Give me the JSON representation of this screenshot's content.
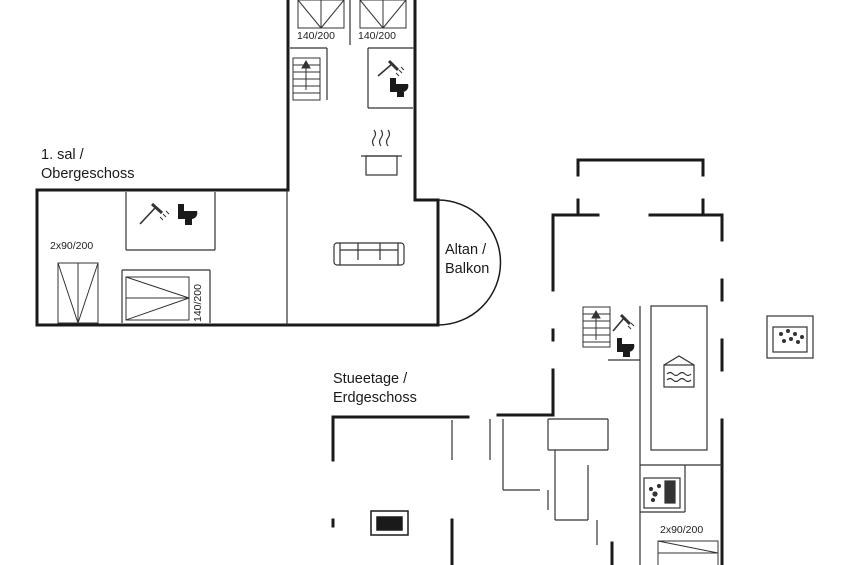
{
  "floor_upper": {
    "label_line1": "1. sal /",
    "label_line2": "Obergeschoss",
    "beds": [
      {
        "size": "140/200"
      },
      {
        "size": "140/200"
      },
      {
        "size": "2x90/200"
      },
      {
        "size": "140/200"
      }
    ],
    "balcony_line1": "Altan /",
    "balcony_line2": "Balkon"
  },
  "floor_ground": {
    "label_line1": "Stueetage /",
    "label_line2": "Erdgeschoss",
    "beds": [
      {
        "size": "2x90/200"
      }
    ]
  },
  "icons": [
    "bed-icon",
    "stairs-icon",
    "shower-icon",
    "toilet-icon",
    "cooking-pot-icon",
    "sofa-icon",
    "pool-icon",
    "whirlpool-icon",
    "sauna-icon",
    "tv-icon"
  ],
  "colors": {
    "wall": "#1a1a1a",
    "fixture": "#333333",
    "background": "#ffffff"
  }
}
